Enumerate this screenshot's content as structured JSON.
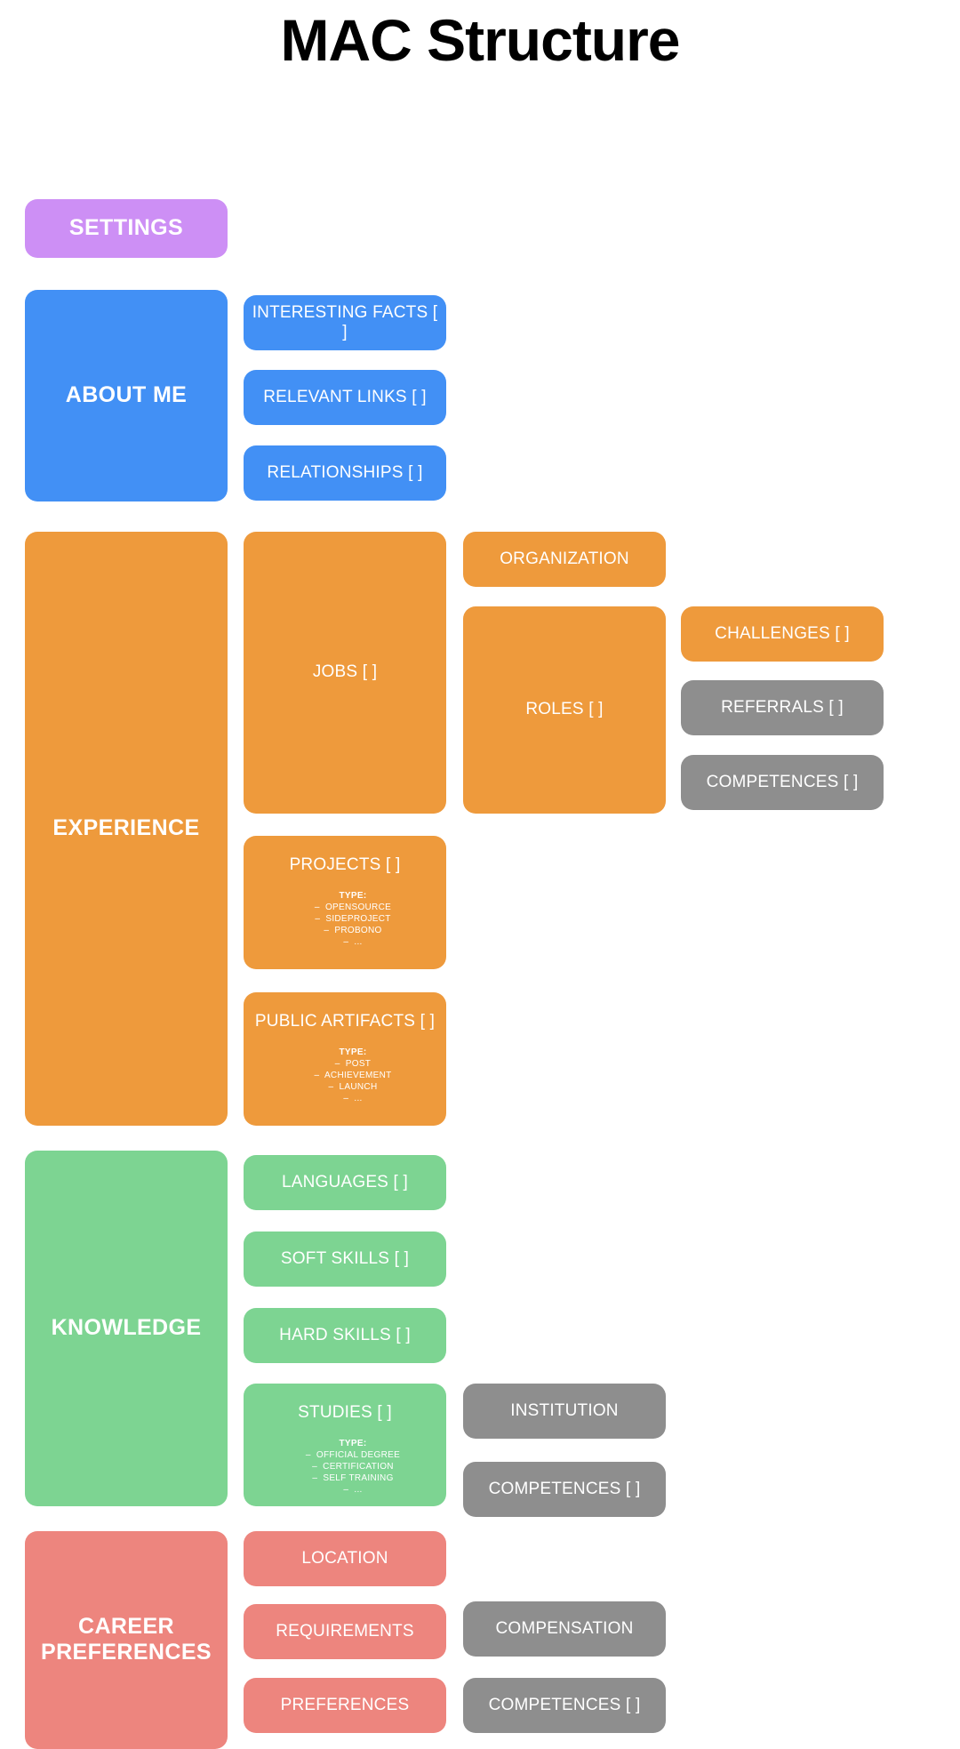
{
  "page": {
    "title": "MAC Structure"
  },
  "colors": {
    "settings": "#cd8ff5",
    "about_me": "#4290f5",
    "experience": "#ee9a3c",
    "knowledge": "#7dd492",
    "career_preferences": "#ed857e",
    "external": "#8e8e8e",
    "background": "#ffffff",
    "text_on_node": "#ffffff",
    "title_text": "#000000"
  },
  "sections": {
    "settings": {
      "label": "SETTINGS"
    },
    "about_me": {
      "label": "ABOUT ME",
      "children": [
        {
          "label": "INTERESTING FACTS [ ]"
        },
        {
          "label": "RELEVANT LINKS [ ]"
        },
        {
          "label": "RELATIONSHIPS [ ]"
        }
      ]
    },
    "experience": {
      "label": "EXPERIENCE",
      "jobs": {
        "label": "JOBS [ ]"
      },
      "organization": {
        "label": "ORGANIZATION"
      },
      "roles": {
        "label": "ROLES [ ]"
      },
      "challenges": {
        "label": "CHALLENGES [ ]"
      },
      "referrals": {
        "label": "REFERRALS [ ]"
      },
      "competences": {
        "label": "COMPETENCES [ ]"
      },
      "projects": {
        "label": "PROJECTS [ ]",
        "type_label": "TYPE:",
        "types": [
          "–  OPENSOURCE",
          "–  SIDEPROJECT",
          "–  PROBONO",
          "–  ..."
        ]
      },
      "public_artifacts": {
        "label": "PUBLIC ARTIFACTS [ ]",
        "type_label": "TYPE:",
        "types": [
          "–  POST",
          "–  ACHIEVEMENT",
          "–  LAUNCH",
          "–  ..."
        ]
      }
    },
    "knowledge": {
      "label": "KNOWLEDGE",
      "languages": {
        "label": "LANGUAGES [ ]"
      },
      "soft_skills": {
        "label": "SOFT SKILLS [ ]"
      },
      "hard_skills": {
        "label": "HARD SKILLS [ ]"
      },
      "studies": {
        "label": "STUDIES [ ]",
        "type_label": "TYPE:",
        "types": [
          "–  OFFICIAL DEGREE",
          "–  CERTIFICATION",
          "–  SELF TRAINING",
          "–  ..."
        ]
      },
      "institution": {
        "label": "INSTITUTION"
      },
      "competences": {
        "label": "COMPETENCES [ ]"
      }
    },
    "career_preferences": {
      "label": "CAREER PREFERENCES",
      "location": {
        "label": "LOCATION"
      },
      "requirements": {
        "label": "REQUIREMENTS"
      },
      "preferences": {
        "label": "PREFERENCES"
      },
      "compensation": {
        "label": "COMPENSATION"
      },
      "competences": {
        "label": "COMPETENCES [ ]"
      }
    }
  }
}
